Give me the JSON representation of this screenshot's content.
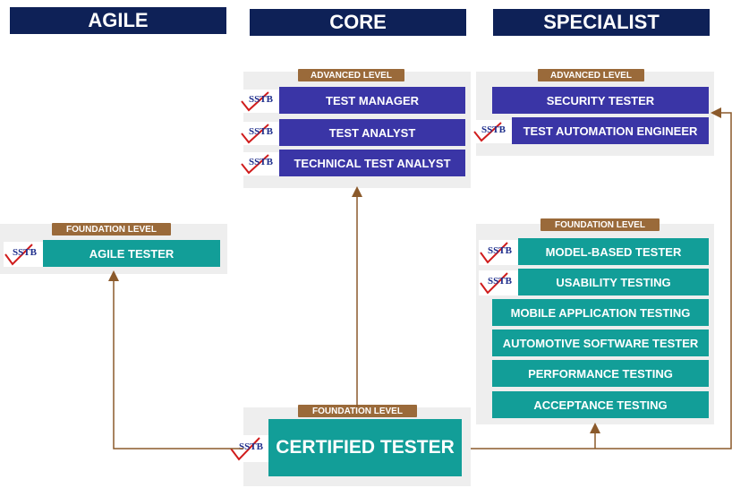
{
  "headers": {
    "agile": "AGILE",
    "core": "CORE",
    "specialist": "SPECIALIST"
  },
  "levels": {
    "advanced": "ADVANCED LEVEL",
    "foundation": "FOUNDATION LEVEL"
  },
  "logo_text": "SSTB",
  "core_advanced": [
    "TEST MANAGER",
    "TEST ANALYST",
    "TECHNICAL TEST ANALYST"
  ],
  "specialist_advanced": [
    "SECURITY TESTER",
    "TEST AUTOMATION ENGINEER"
  ],
  "agile_foundation": [
    "AGILE TESTER"
  ],
  "specialist_foundation": [
    "MODEL-BASED TESTER",
    "USABILITY TESTING",
    "MOBILE APPLICATION TESTING",
    "AUTOMOTIVE SOFTWARE TESTER",
    "PERFORMANCE TESTING",
    "ACCEPTANCE TESTING"
  ],
  "core_foundation": "CERTIFIED TESTER",
  "colors": {
    "header": "#0e2157",
    "advanced": "#3a35a6",
    "foundation": "#129e98",
    "level_tag": "#9a6a3a",
    "arrow": "#8b5a2b"
  }
}
